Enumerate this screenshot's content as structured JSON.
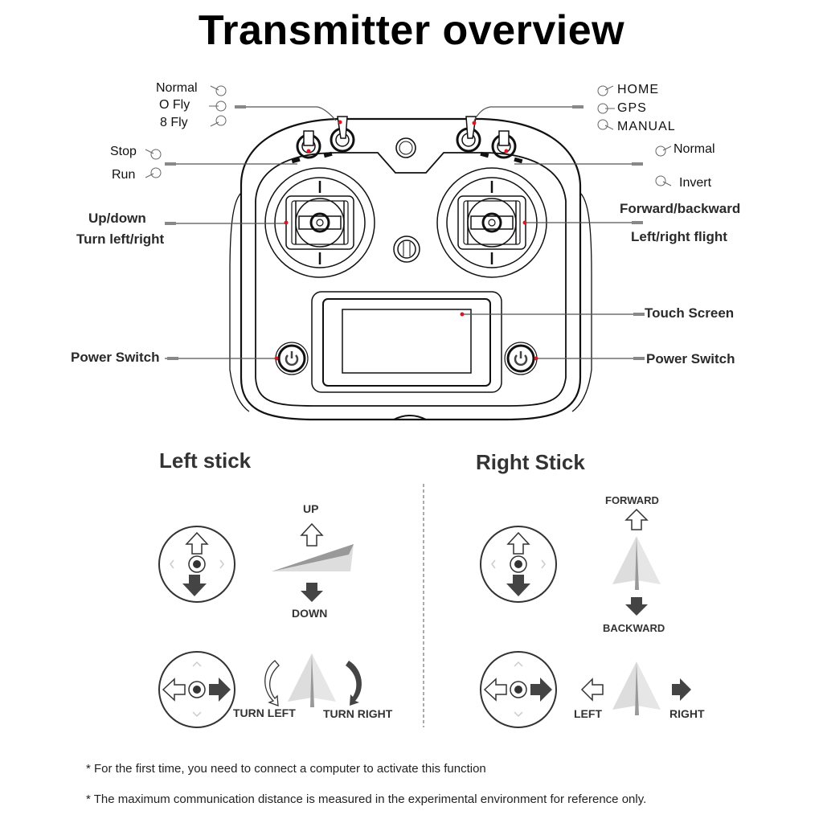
{
  "title": "Transmitter overview",
  "transmitter": {
    "left_labels": {
      "mode_switch": [
        "Normal",
        "O Fly",
        "8 Fly"
      ],
      "motor_switch": [
        "Stop",
        "Run"
      ],
      "left_stick": [
        "Up/down",
        "Turn left/right"
      ],
      "power_switch": "Power Switch"
    },
    "right_labels": {
      "flight_mode_switch": [
        "HOME",
        "GPS",
        "MANUAL"
      ],
      "direction_switch": [
        "Normal",
        "Invert"
      ],
      "right_stick": [
        "Forward/backward",
        "Left/right flight"
      ],
      "touch_screen": "Touch Screen",
      "power_switch": "Power Switch"
    },
    "marker_color": "#e0141e"
  },
  "left_stick_section": {
    "title": "Left stick",
    "up_label": "UP",
    "down_label": "DOWN",
    "turn_left_label": "TURN LEFT",
    "turn_right_label": "TURN RIGHT"
  },
  "right_stick_section": {
    "title": "Right Stick",
    "forward_label": "FORWARD",
    "backward_label": "BACKWARD",
    "left_label": "LEFT",
    "right_label": "RIGHT"
  },
  "notes": [
    "* For the first time, you need to connect a computer to activate this function",
    "* The maximum communication distance is measured in the experimental environment for reference only."
  ]
}
